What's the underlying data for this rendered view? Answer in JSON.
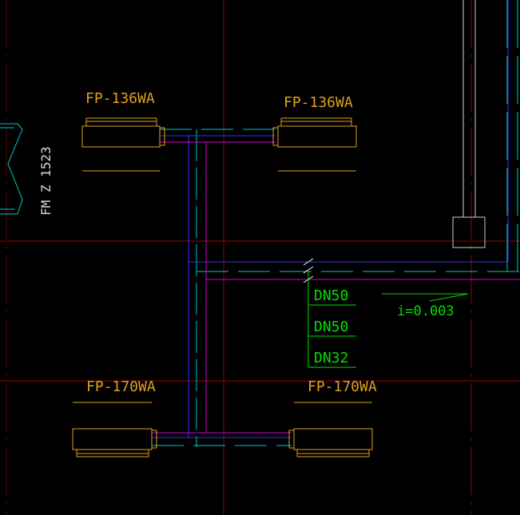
{
  "colors": {
    "background": "#000000",
    "axis_red": "#c00000",
    "equipment": "#e0a020",
    "supply_blue": "#3030ff",
    "return_magenta": "#d000d0",
    "condensate_cyan": "#00c8c8",
    "label_green": "#00e000",
    "wall_white": "#d8d8d8"
  },
  "units": {
    "top_left": "FP-136WA",
    "top_right": "FP-136WA",
    "bottom_left": "FP-170WA",
    "bottom_right": "FP-170WA"
  },
  "door_tag": "FM Z 1523",
  "pipe_sizes": [
    "DN50",
    "DN50",
    "DN32"
  ],
  "slope": "i=0.003"
}
